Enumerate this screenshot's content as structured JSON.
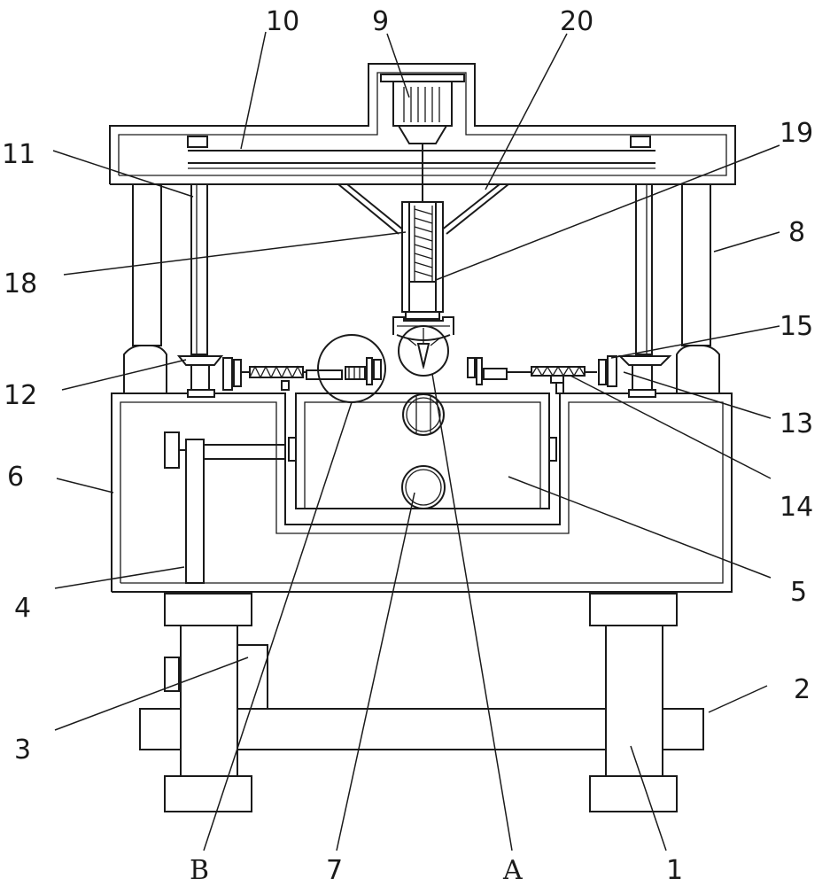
{
  "labels": {
    "l1": "1",
    "l2": "2",
    "l3": "3",
    "l4": "4",
    "l5": "5",
    "l6": "6",
    "l7": "7",
    "l8": "8",
    "l9": "9",
    "l10": "10",
    "l11": "11",
    "l12": "12",
    "l13": "13",
    "l14": "14",
    "l15": "15",
    "l18": "18",
    "l19": "19",
    "l20": "20",
    "lA": "A",
    "lB": "B"
  }
}
